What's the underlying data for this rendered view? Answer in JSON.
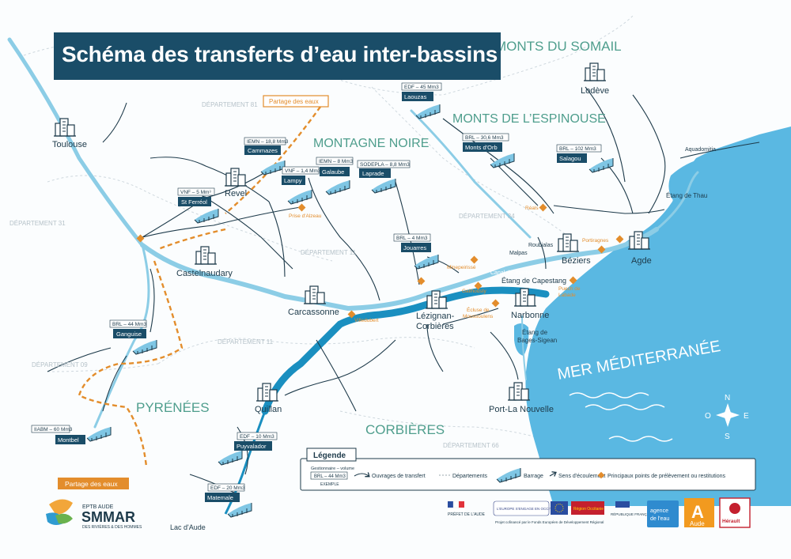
{
  "title": "Schéma des transferts d’eau inter-bassins",
  "regions": {
    "somail": "MONTS DU SOMAIL",
    "espinouse": "MONTS DE L’ESPINOUSE",
    "noire": "MONTAGNE NOIRE",
    "pyrenees": "PYRÉNÉES",
    "corbieres": "CORBIÈRES",
    "mer": "MER MÉDITERRANÉE"
  },
  "departements": {
    "d81": "DÉPARTEMENT 81",
    "d31": "DÉPARTEMENT 31",
    "d11a": "DÉPARTEMENT 11",
    "d11b": "DÉPARTEMENT 11",
    "d09": "DÉPARTEMENT 09",
    "d34": "DÉPARTEMENT 34",
    "d66": "DÉPARTEMENT 66"
  },
  "cities": {
    "toulouse": "Toulouse",
    "revel": "Revel",
    "castelnaudary": "Castelnaudary",
    "carcassonne": "Carcassonne",
    "lezignan": "Lézignan-",
    "lezignan2": "Corbières",
    "narbonne": "Narbonne",
    "beziers": "Béziers",
    "agde": "Agde",
    "lodeve": "Lodève",
    "quillan": "Quillan",
    "portlanouvelle": "Port-La Nouvelle"
  },
  "dams": {
    "cammazes": {
      "name": "Cammazes",
      "info": "IEMN – 18,8 Mm3"
    },
    "galaube": {
      "name": "Galaube",
      "info": "IEMN – 8 Mm3"
    },
    "lampy": {
      "name": "Lampy",
      "info": "VNF – 1,4 Mm3"
    },
    "laprade": {
      "name": "Laprade",
      "info": "SODEPLA – 8,8 Mm3"
    },
    "stferreol": {
      "name": "St Ferréol",
      "info": "VNF – 5 Mm³"
    },
    "laouzas": {
      "name": "Laouzas",
      "info": "EDF – 45 Mm3"
    },
    "montsdorb": {
      "name": "Monts d'Orb",
      "info": "BRL – 30,6 Mm3"
    },
    "salagou": {
      "name": "Salagou",
      "info": "BRL – 102 Mm3"
    },
    "jouarres": {
      "name": "Jouarres",
      "info": "BRL – 4 Mm3"
    },
    "ganguise": {
      "name": "Ganguise",
      "info": "BRL – 44 Mm3"
    },
    "montbel": {
      "name": "Montbel",
      "info": "IIABM – 60 Mm3"
    },
    "puyvalador": {
      "name": "Puyvalador",
      "info": "EDF – 10 Mm3"
    },
    "matemale": {
      "name": "Matemale",
      "info": "EDF – 20 Mm3"
    }
  },
  "water_labels": {
    "lacaude": "Lac d'Aude",
    "thau": "Étang de Thau",
    "capestang": "Étang de Capestang",
    "bages1": "Étang de",
    "bages2": "Bages-Sigean",
    "aquadomitia": "Aquadomitia",
    "canal": "Canal de Jonction",
    "roubialas": "Roubialas",
    "mailpas": "Malpas"
  },
  "points": {
    "prisealzeau": "Prise d'Alzeau",
    "reals": "Réals",
    "portiragnes": "Portiragnes",
    "minepeiroies": "Minepeirissé",
    "gailhousty": "Gailhousty",
    "moussoulens1": "Écluse de",
    "moussoulens2": "Moussoulens",
    "puech1": "Puech de",
    "puech2": "Labade",
    "villedubert": "Villedubert"
  },
  "partage": {
    "top": "Partage des eaux",
    "bottom": "Partage des eaux"
  },
  "compass": {
    "n": "N",
    "s": "S",
    "e": "E",
    "o": "O"
  },
  "legend": {
    "title": "Légende",
    "example_caption": "Gestionnaire – volume",
    "example_info": "BRL – 44 Mm3",
    "example_sub": "EXEMPLE",
    "transfert": "Ouvrages de transfert",
    "departements": "Départements",
    "barrage": "Barrage",
    "ecoulement": "Sens d'écoulement",
    "points": "Principaux points de prélèvement ou restitutions"
  },
  "logo": {
    "top": "EPTB AUDE",
    "name": "SMMAR",
    "sub": "DES RIVIÈRES & DES HOMMES"
  },
  "funders": {
    "prefet": "PRÉFET DE L'AUDE",
    "europe": "L'EUROPE S'ENGAGE EN OCCITANIE",
    "occitanie": "Région Occitanie",
    "republique": "RÉPUBLIQUE FRANÇAISE",
    "agence1": "agence",
    "agence2": "de l'eau",
    "aude": "Aude",
    "herault": "Hérault",
    "projet": "Projet cofinancé par le Fonds Européen de Développement Régional"
  },
  "colors": {
    "title_bg": "#1a4d68",
    "river": "#8ccde6",
    "aude": "#1a8fc0",
    "sea": "#5ab8e2",
    "orange": "#e38d2c",
    "region_text": "#4f9e8d"
  }
}
